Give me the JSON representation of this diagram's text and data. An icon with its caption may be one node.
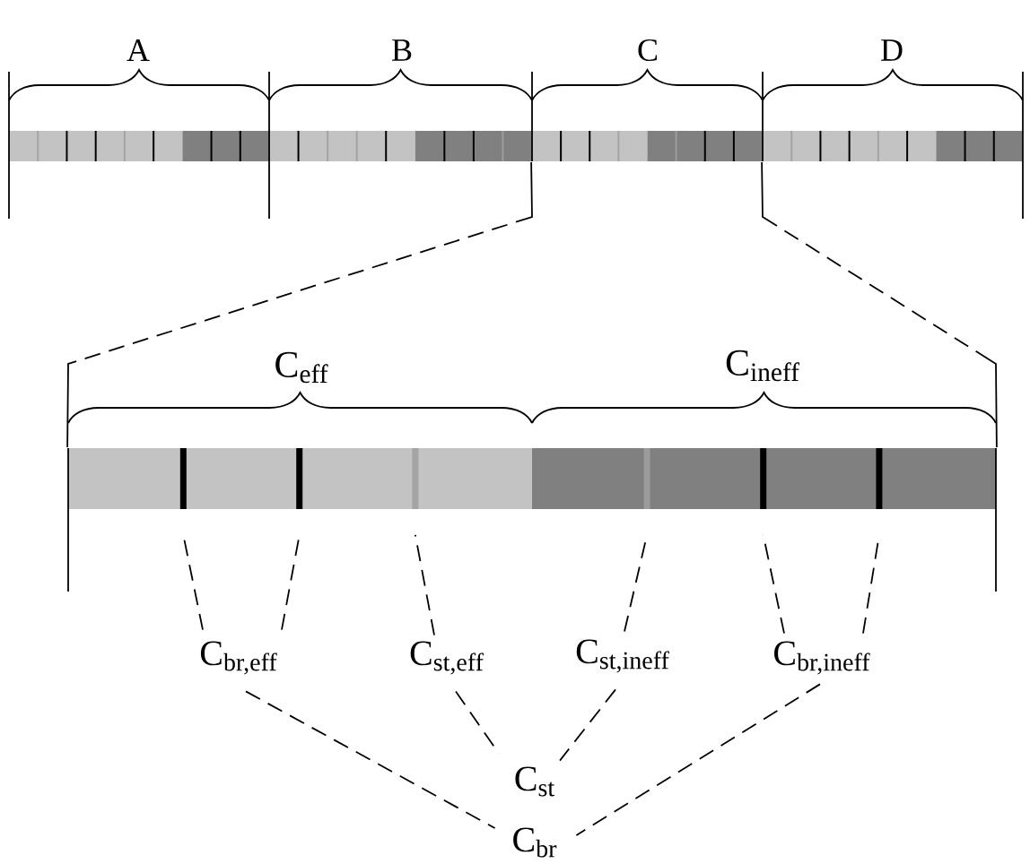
{
  "diagram": {
    "nodes": [
      {
        "text": [],
        "shape": "bar"
      },
      {
        "text": [],
        "shape": "bar"
      },
      {
        "text": [],
        "shape": "bar",
        "in": 1
      },
      {
        "text": [],
        "shape": "bar",
        "in": 1
      },
      {
        "text": [],
        "shape": "bar",
        "in": 1
      },
      {
        "text": [],
        "shape": "bar",
        "in": 1
      },
      {
        "text": [],
        "shape": "bar",
        "in": 1
      },
      {
        "text": [],
        "shape": "bar",
        "in": 1
      },
      {
        "text": [
          "C$_{br,eff}$"
        ]
      },
      {
        "text": [
          "C$_{st,eff}$"
        ]
      },
      {
        "text": [
          "C$_{st,ineff}$"
        ]
      },
      {
        "text": [
          "C$_{br,ineff}$"
        ]
      },
      {
        "text": [
          "C$_{st}$"
        ]
      },
      {
        "text": [
          "C$_{br}$"
        ]
      }
    ],
    "edges": [
      {
        "from": 0,
        "to": 1,
        "arrow": "none",
        "style": "dashed"
      },
      {
        "from": 0,
        "to": 1,
        "arrow": "none",
        "style": "dashed"
      },
      {
        "from": 8,
        "to": 2,
        "arrow": "none",
        "style": "dashed"
      },
      {
        "from": 8,
        "to": 3,
        "arrow": "none",
        "style": "dashed"
      },
      {
        "from": 9,
        "to": 4,
        "arrow": "none",
        "style": "dashed"
      },
      {
        "from": 10,
        "to": 5,
        "arrow": "none",
        "style": "dashed"
      },
      {
        "from": 11,
        "to": 6,
        "arrow": "none",
        "style": "dashed"
      },
      {
        "from": 11,
        "to": 7,
        "arrow": "none",
        "style": "dashed"
      },
      {
        "from": 8,
        "to": 13,
        "arrow": "none",
        "style": "dashed"
      },
      {
        "from": 9,
        "to": 12,
        "arrow": "none",
        "style": "dashed"
      },
      {
        "from": 10,
        "to": 12,
        "arrow": "none",
        "style": "dashed"
      },
      {
        "from": 11,
        "to": 13,
        "arrow": "none",
        "style": "dashed"
      }
    ],
    "labels": [
      "A",
      "B",
      "C",
      "D",
      "C$_{eff}$",
      "C$_{ineff}$"
    ]
  }
}
